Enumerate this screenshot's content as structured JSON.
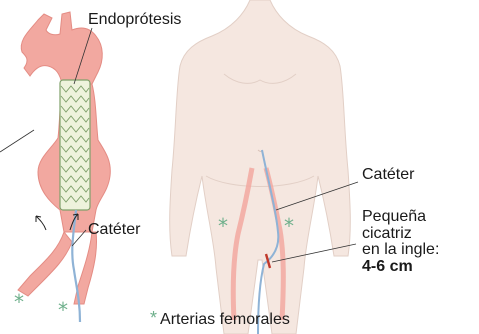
{
  "labels": {
    "endoprosthesis": "Endoprótesis",
    "catheter_left": "Catéter",
    "catheter_right": "Catéter",
    "scar_line1": "Pequeña",
    "scar_line2": "cicatriz",
    "scar_line3": "en la ingle:",
    "scar_size": "4-6 cm"
  },
  "legend": {
    "symbol": "*",
    "text": "Arterias femorales"
  },
  "colors": {
    "aorta": "#f2a8a0",
    "aorta_dark": "#e48c84",
    "stent_fill": "#eef3dc",
    "stent_wire": "#7fa06a",
    "catheter": "#8fb3d6",
    "skin": "#f5e7e0",
    "skin_outline": "#e2cfc6",
    "star": "#6fb08c",
    "incision": "#c0392b"
  }
}
